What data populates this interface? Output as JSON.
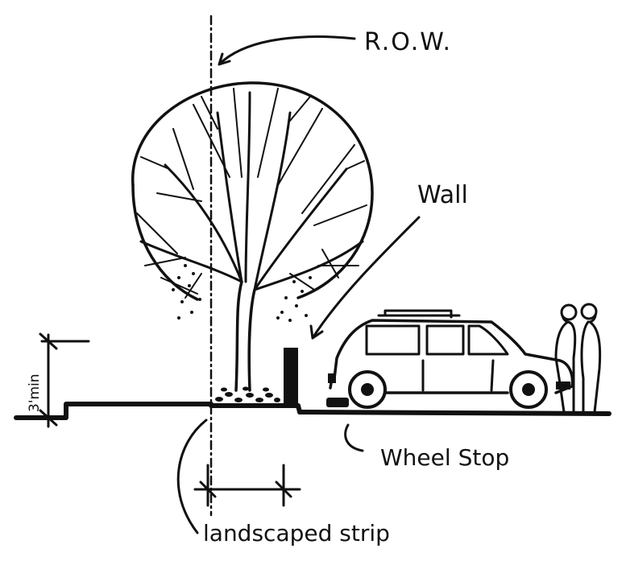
{
  "diagram": {
    "labels": {
      "row": "R.O.W.",
      "wall": "Wall",
      "wheel_stop": "Wheel Stop",
      "landscaped_strip": "landscaped strip",
      "height_min": "3'min"
    },
    "ink_color": "#111111",
    "background": "#ffffff"
  }
}
